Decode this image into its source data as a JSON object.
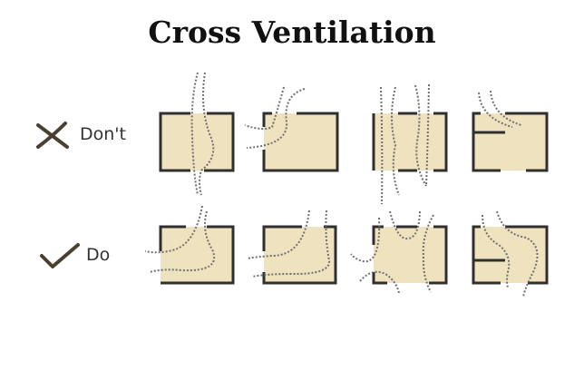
{
  "title": "Cross Ventilation",
  "rows": [
    {
      "label": "Don't",
      "icon": "cross-icon"
    },
    {
      "label": "Do",
      "icon": "checkmark-icon"
    }
  ],
  "colors": {
    "room_fill": "#efe3bf",
    "wall": "#2f2f2f",
    "airflow": "#6f6f6f"
  }
}
